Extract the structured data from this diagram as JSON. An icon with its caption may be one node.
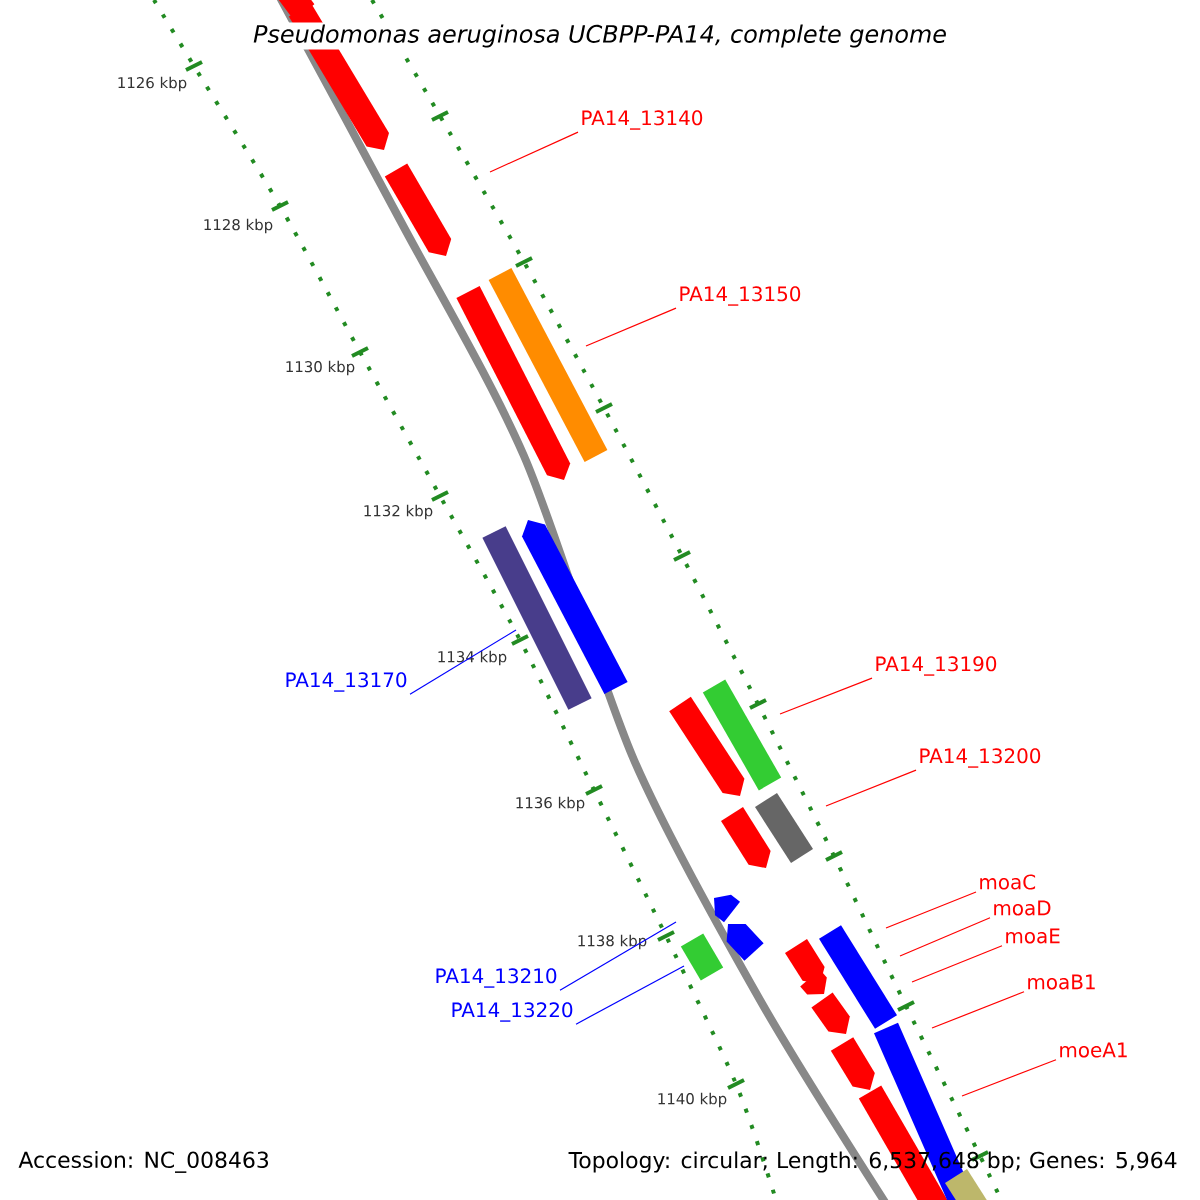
{
  "diagram": {
    "title": "Pseudomonas aeruginosa UCBPP-PA14, complete genome",
    "nodes": [
      {
        "text": [
          "PA14_13140"
        ]
      },
      {
        "text": [
          "PA14_13150"
        ]
      },
      {
        "text": [
          "PA14_13170"
        ]
      },
      {
        "text": [
          "PA14_13190"
        ]
      },
      {
        "text": [
          "PA14_13200"
        ]
      },
      {
        "text": [
          "moaC"
        ]
      },
      {
        "text": [
          "moaD"
        ]
      },
      {
        "text": [
          "moaE"
        ]
      },
      {
        "text": [
          "PA14_13210"
        ]
      },
      {
        "text": [
          "moaB1"
        ]
      },
      {
        "text": [
          "PA14_13220"
        ]
      },
      {
        "text": [
          "moeA1"
        ]
      }
    ],
    "edges": [
      {
        "from": 0,
        "to": null,
        "arrow": "none"
      },
      {
        "from": 1,
        "to": null,
        "arrow": "none"
      },
      {
        "from": 2,
        "to": null,
        "arrow": "none",
        "color": "#0000ff"
      },
      {
        "from": 3,
        "to": null,
        "arrow": "none"
      },
      {
        "from": 4,
        "to": null,
        "arrow": "none"
      },
      {
        "from": 5,
        "to": null,
        "arrow": "none"
      },
      {
        "from": 6,
        "to": null,
        "arrow": "none"
      },
      {
        "from": 7,
        "to": null,
        "arrow": "none"
      },
      {
        "from": 8,
        "to": null,
        "arrow": "none",
        "color": "#0000ff"
      },
      {
        "from": 9,
        "to": null,
        "arrow": "none"
      },
      {
        "from": 10,
        "to": null,
        "arrow": "none",
        "color": "#0000ff"
      },
      {
        "from": 11,
        "to": null,
        "arrow": "none"
      }
    ],
    "labels": [
      "1126 kbp",
      "1128 kbp",
      "1130 kbp",
      "1132 kbp",
      "1134 kbp",
      "1136 kbp",
      "1138 kbp",
      "1140 kbp",
      "Accession: NC_008463",
      "Topology: circular; Length: 6,537,648 bp; Genes: 5,964"
    ]
  }
}
